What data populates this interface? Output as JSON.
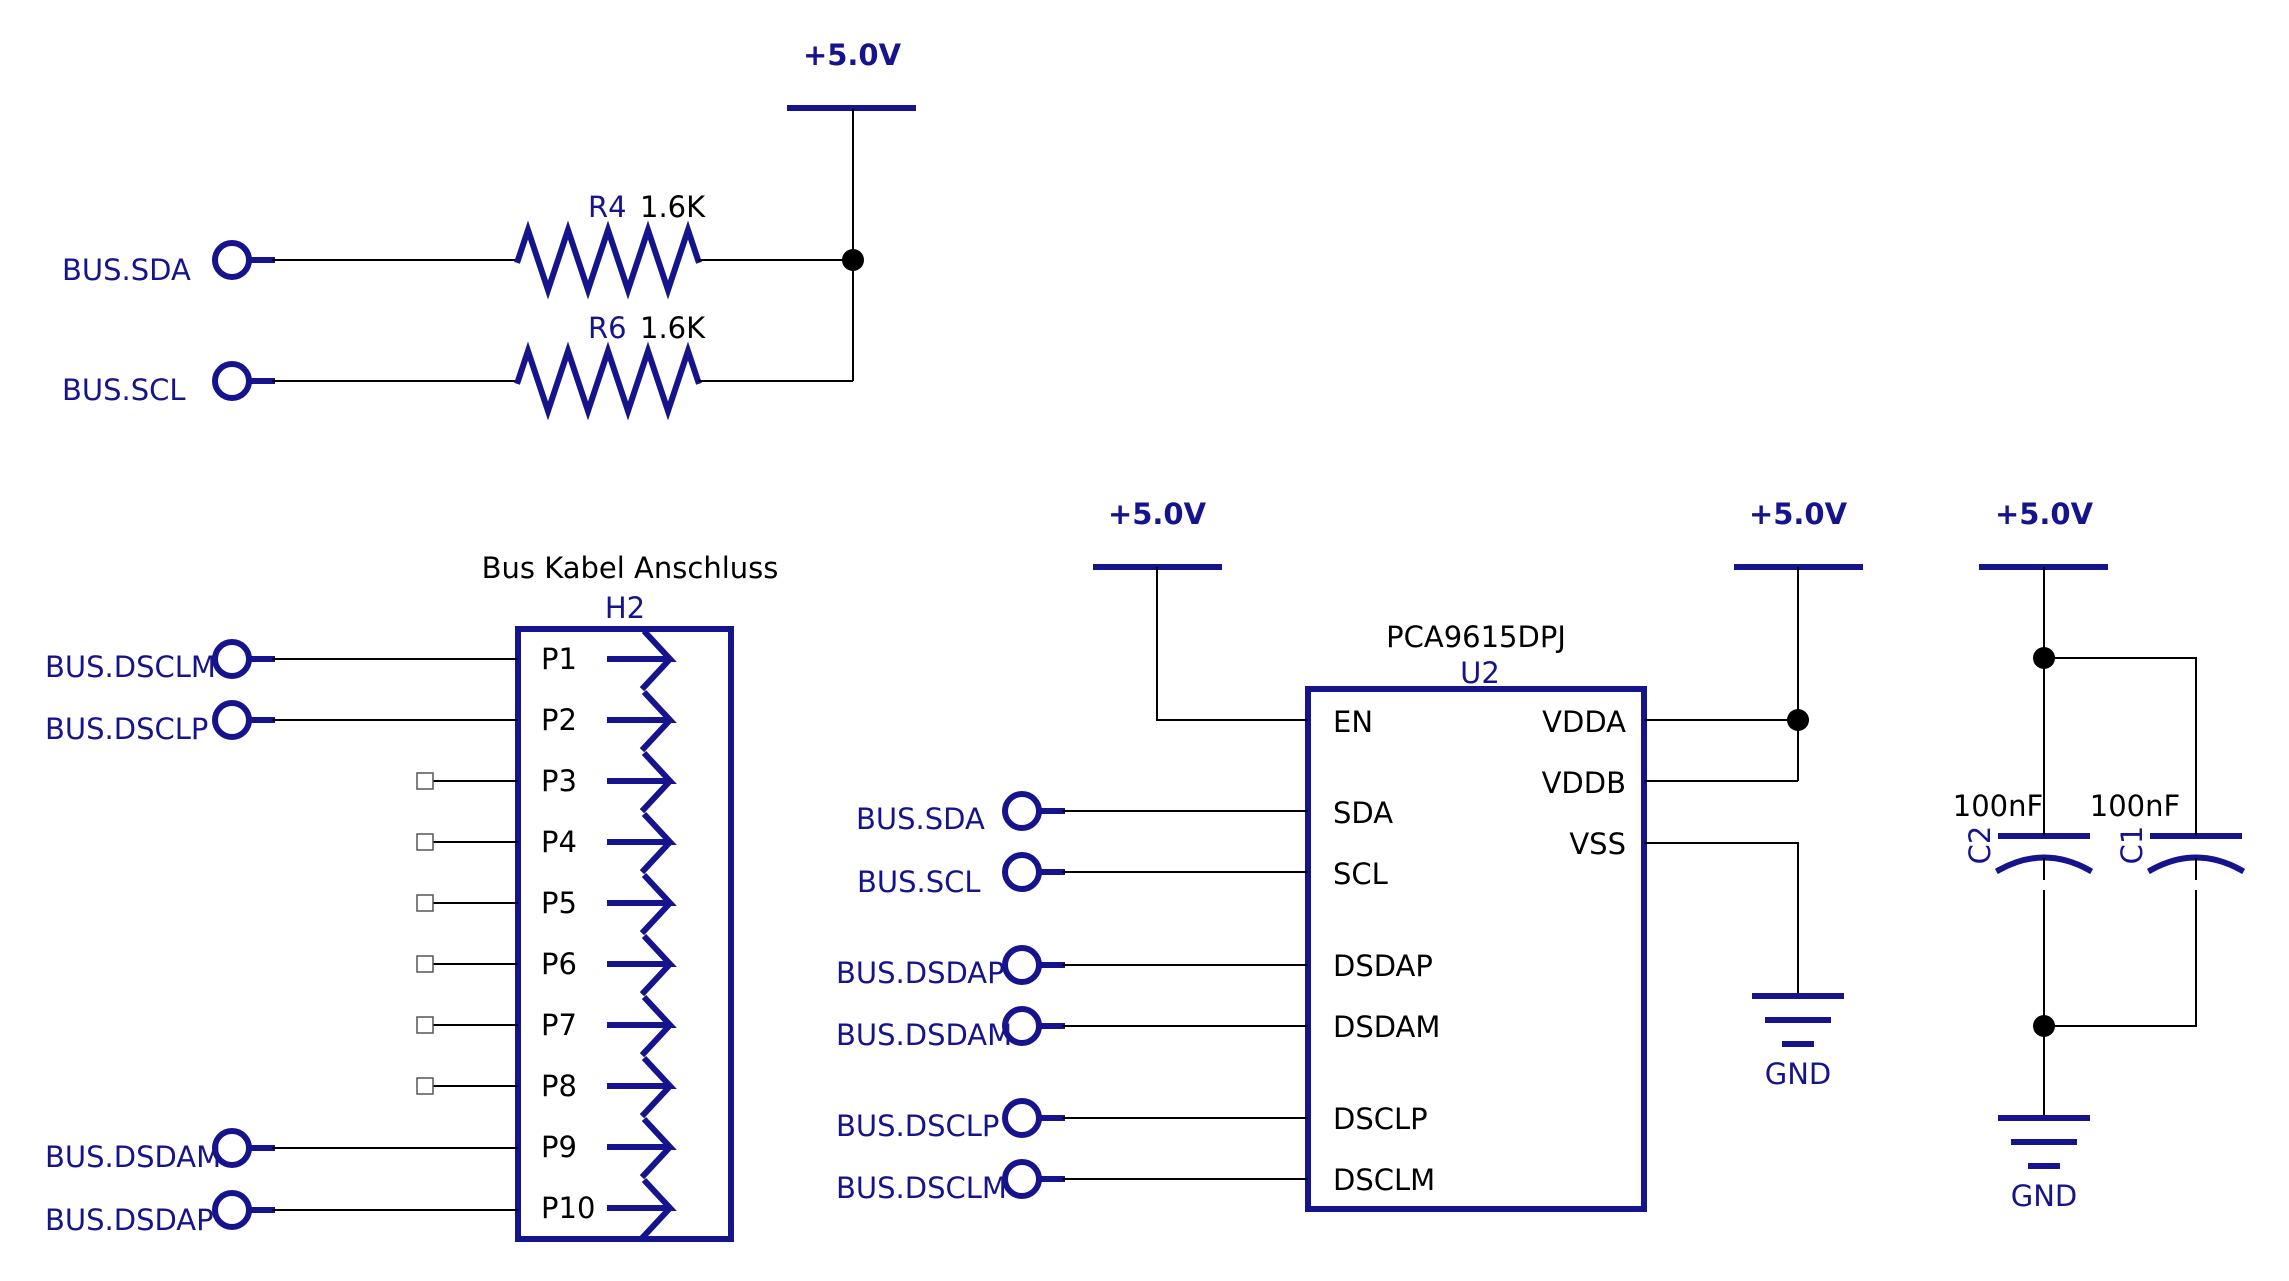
{
  "power_rails": [
    {
      "id": "top",
      "label": "+5.0V"
    },
    {
      "id": "en",
      "label": "+5.0V"
    },
    {
      "id": "vdd",
      "label": "+5.0V"
    },
    {
      "id": "cap",
      "label": "+5.0V"
    }
  ],
  "ground_labels": [
    "GND",
    "GND"
  ],
  "pullups": {
    "nets": [
      "BUS.SDA",
      "BUS.SCL"
    ],
    "resistors": [
      {
        "ref": "R4",
        "value": "1.6K"
      },
      {
        "ref": "R6",
        "value": "1.6K"
      }
    ]
  },
  "connector": {
    "title": "Bus Kabel Anschluss",
    "ref": "H2",
    "pins": [
      "P1",
      "P2",
      "P3",
      "P4",
      "P5",
      "P6",
      "P7",
      "P8",
      "P9",
      "P10"
    ],
    "nets": [
      "BUS.DSCLM",
      "BUS.DSCLP",
      "BUS.DSDAM",
      "BUS.DSDAP"
    ]
  },
  "ic": {
    "part": "PCA9615DPJ",
    "ref": "U2",
    "left_pins": [
      "EN",
      "SDA",
      "SCL",
      "DSDAP",
      "DSDAM",
      "DSCLP",
      "DSCLM"
    ],
    "right_pins": [
      "VDDA",
      "VDDB",
      "VSS"
    ],
    "nets": [
      "BUS.SDA",
      "BUS.SCL",
      "BUS.DSDAP",
      "BUS.DSDAM",
      "BUS.DSCLP",
      "BUS.DSCLM"
    ]
  },
  "capacitors": [
    {
      "ref": "C2",
      "value": "100nF"
    },
    {
      "ref": "C1",
      "value": "100nF"
    }
  ]
}
